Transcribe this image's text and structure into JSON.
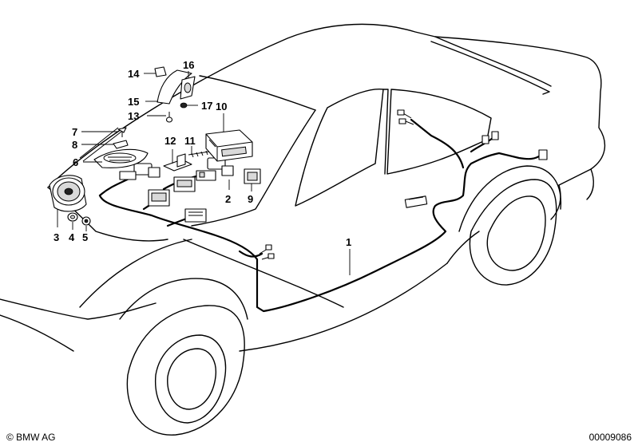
{
  "callouts": [
    {
      "id": "1",
      "label": "1"
    },
    {
      "id": "2",
      "label": "2"
    },
    {
      "id": "3",
      "label": "3"
    },
    {
      "id": "4",
      "label": "4"
    },
    {
      "id": "5",
      "label": "5"
    },
    {
      "id": "6",
      "label": "6"
    },
    {
      "id": "7",
      "label": "7"
    },
    {
      "id": "8",
      "label": "8"
    },
    {
      "id": "9",
      "label": "9"
    },
    {
      "id": "10",
      "label": "10"
    },
    {
      "id": "11",
      "label": "11"
    },
    {
      "id": "12",
      "label": "12"
    },
    {
      "id": "13",
      "label": "13"
    },
    {
      "id": "14",
      "label": "14"
    },
    {
      "id": "15",
      "label": "15"
    },
    {
      "id": "16",
      "label": "16"
    },
    {
      "id": "17",
      "label": "17"
    }
  ],
  "footer": {
    "copyright": "© BMW AG",
    "document_id": "00009086"
  }
}
